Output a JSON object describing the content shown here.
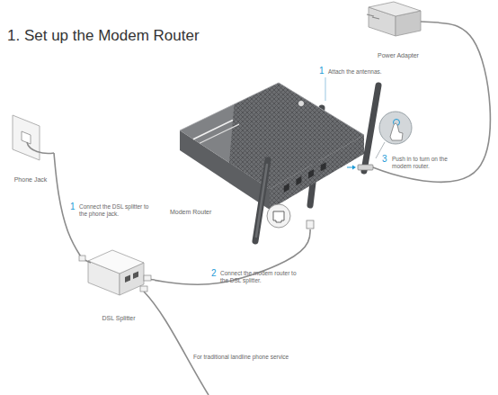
{
  "diagram": {
    "title": "1. Set up the Modem Router",
    "nodes": [
      {
        "text": [
          "Phone Jack"
        ]
      },
      {
        "text": [
          "DSL Splitter"
        ]
      },
      {
        "text": [
          "Modem Router"
        ]
      },
      {
        "text": [
          "Power Adapter"
        ]
      }
    ],
    "edges": [
      {
        "from": 0,
        "to": 1,
        "arrow": "none"
      },
      {
        "from": 1,
        "to": 2,
        "arrow": "none"
      },
      {
        "from": 3,
        "to": 2,
        "arrow": "none"
      }
    ],
    "labels": [
      "1",
      "Attach the antennas.",
      "1",
      "Connect the DSL splitter to the phone jack.",
      "2",
      "Connect the modem router to the DSL splitter.",
      "3",
      "Push in to turn on the modem router.",
      "For traditional landline phone service"
    ]
  }
}
